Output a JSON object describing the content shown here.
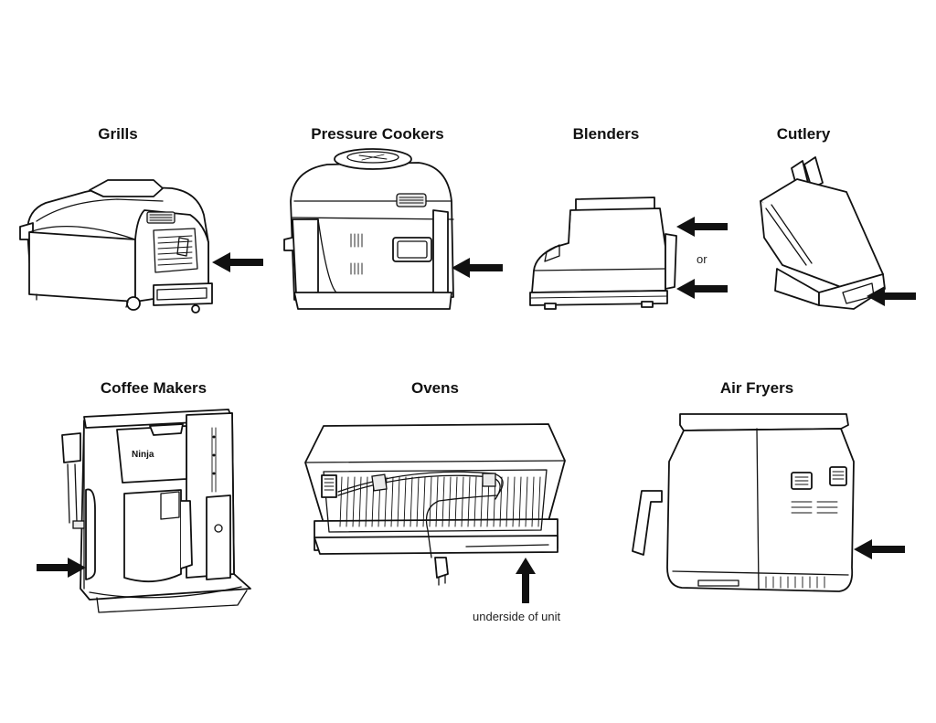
{
  "appliances": [
    {
      "title": "Grills"
    },
    {
      "title": "Pressure Cookers"
    },
    {
      "title": "Blenders",
      "note": "or"
    },
    {
      "title": "Cutlery"
    },
    {
      "title": "Coffee Makers",
      "brand": "Ninja"
    },
    {
      "title": "Ovens",
      "note": "underside of unit"
    },
    {
      "title": "Air Fryers"
    }
  ],
  "icons": {
    "arrow": "black-arrow-icon",
    "style": "black line illustration"
  }
}
